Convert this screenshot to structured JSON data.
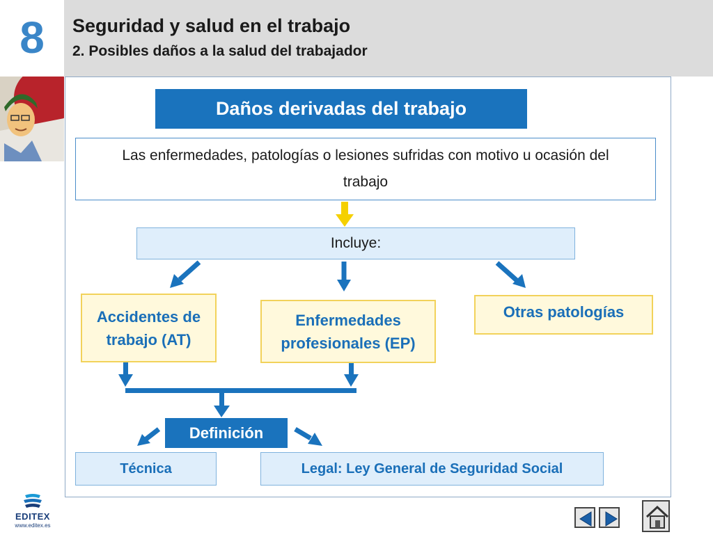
{
  "header": {
    "unit_number": "8",
    "title": "Seguridad y salud en el trabajo",
    "subtitle": "2. Posibles daños a la salud del trabajador"
  },
  "diagram": {
    "title": "Daños derivadas del trabajo",
    "description": "Las enfermedades, patologías o lesiones sufridas con motivo u ocasión del trabajo",
    "includes_label": "Incluye:",
    "categories": [
      "Accidentes de trabajo (AT)",
      "Enfermedades profesionales (EP)",
      "Otras patologías"
    ],
    "definition_label": "Definición",
    "definitions": [
      "Técnica",
      "Legal: Ley General de Seguridad Social"
    ]
  },
  "footer": {
    "logo_text": "EDITEX",
    "logo_url": "www.editex.es"
  },
  "colors": {
    "accent_blue": "#1a73bd",
    "arrow_yellow": "#f5d000",
    "box_yellow_border": "#f2d25a",
    "box_light_blue": "#dfeefb"
  },
  "icons": {
    "prev": "triangle-left-icon",
    "next": "triangle-right-icon",
    "home": "house-icon"
  }
}
